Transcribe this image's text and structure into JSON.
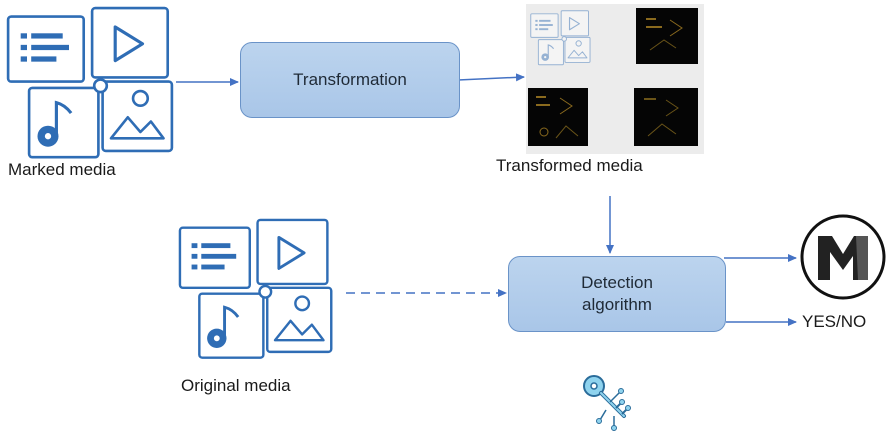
{
  "diagram": {
    "nodes": {
      "marked_media": "Marked media",
      "transformation": "Transformation",
      "transformed_media": "Transformed media",
      "original_media": "Original media",
      "detection_l1": "Detection",
      "detection_l2": "algorithm",
      "result": "YES/NO"
    },
    "icons": {
      "media": "media-bundle-icon",
      "logo": "m-logo-icon",
      "key": "key-icon"
    },
    "colors": {
      "accent": "#2f6db5",
      "box_fill": "#b3cdeb",
      "box_border": "#6a93c8",
      "arrow": "#4472c4"
    }
  }
}
